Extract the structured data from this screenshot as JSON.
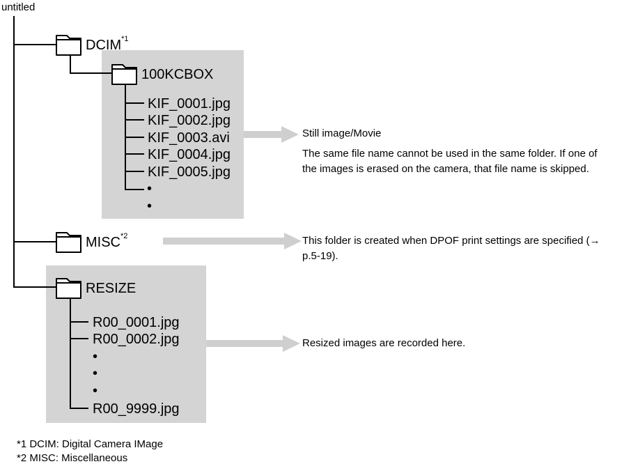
{
  "root_label": "untitled",
  "dcim": {
    "name": "DCIM",
    "note": "*1"
  },
  "folder_100": {
    "name": "100KCBOX"
  },
  "files_100": [
    "KIF_0001.jpg",
    "KIF_0002.jpg",
    "KIF_0003.avi",
    "KIF_0004.jpg",
    "KIF_0005.jpg"
  ],
  "misc": {
    "name": "MISC",
    "note": "*2"
  },
  "resize": {
    "name": "RESIZE"
  },
  "files_resize": [
    "R00_0001.jpg",
    "R00_0002.jpg"
  ],
  "file_resize_last": "R00_9999.jpg",
  "ellipsis": "•",
  "desc_still": {
    "title": "Still image/Movie",
    "body": "The same file name cannot be used in the same folder. If one of the images is erased on the camera, that file name is skipped."
  },
  "desc_misc": "This folder is created when DPOF print settings are specified (→ p.5-19).",
  "desc_resize": "Resized images are recorded here.",
  "footnotes": [
    "*1 DCIM: Digital Camera IMage",
    "*2 MISC: Miscellaneous"
  ],
  "colors": {
    "panel": "#d4d4d4",
    "arrow": "#cfcfcf",
    "line": "#000000"
  }
}
